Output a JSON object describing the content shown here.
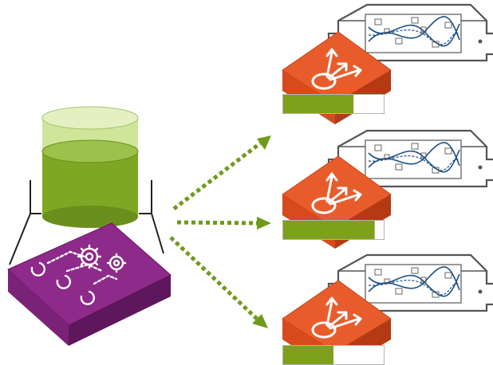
{
  "colors": {
    "controller_face": "#8e2a8a",
    "controller_side": "#6a1a68",
    "controller_front": "#7a2178",
    "cylinder_top": "#cfe59a",
    "cylinder_body": "#7ea824",
    "cylinder_band": "#9dc14a",
    "router_top": "#e85c2c",
    "router_front": "#d64a1c",
    "router_side": "#b33a12",
    "progress_fill": "#7ea11b",
    "progress_border": "#b3b3b3",
    "arrow": "#6f9a1a",
    "chassis_line": "#555555",
    "waveform": "#1b4f82"
  },
  "icons": {
    "database": "database-cylinder-icon",
    "controller": "controller-gears-icon",
    "router": "router-arrows-icon",
    "chassis": "server-chassis-icon"
  },
  "nodes": [
    {
      "id": "node-1",
      "load_fraction": 0.7
    },
    {
      "id": "node-2",
      "load_fraction": 0.91
    },
    {
      "id": "node-3",
      "load_fraction": 0.5
    }
  ]
}
